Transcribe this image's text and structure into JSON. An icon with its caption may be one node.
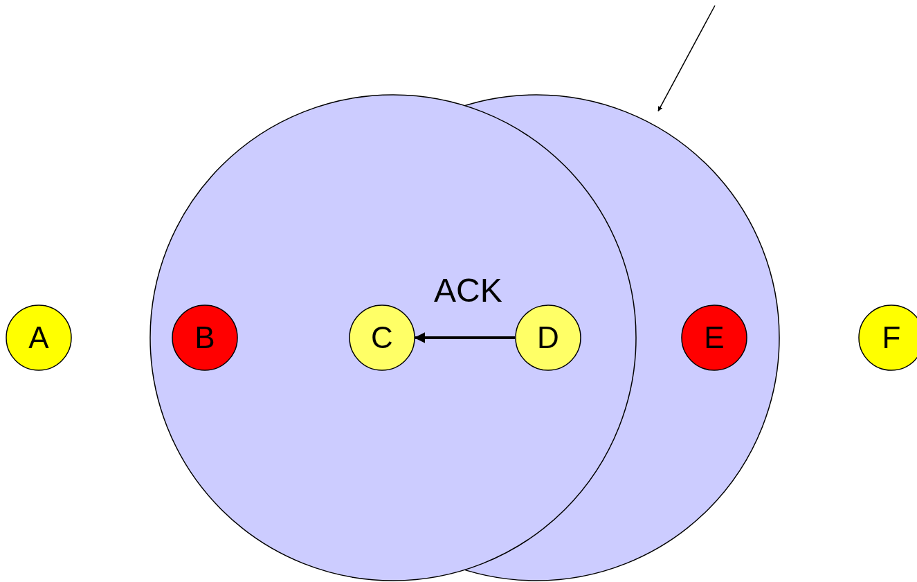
{
  "diagram": {
    "nodes": [
      {
        "text": [],
        "shape": "circle"
      },
      {
        "text": [],
        "shape": "circle"
      },
      {
        "text": [
          "A"
        ]
      },
      {
        "text": [
          "B"
        ],
        "in": 0
      },
      {
        "text": [
          "C"
        ]
      },
      {
        "text": [
          "D"
        ]
      },
      {
        "text": [
          "E"
        ],
        "in": 1
      },
      {
        "text": [
          "F"
        ]
      }
    ],
    "edges": [
      {
        "from": 5,
        "to": 4,
        "label": "ACK",
        "arrow": "to",
        "style": "thick"
      },
      {
        "from": null,
        "to": 1,
        "arrow": "to"
      }
    ]
  }
}
